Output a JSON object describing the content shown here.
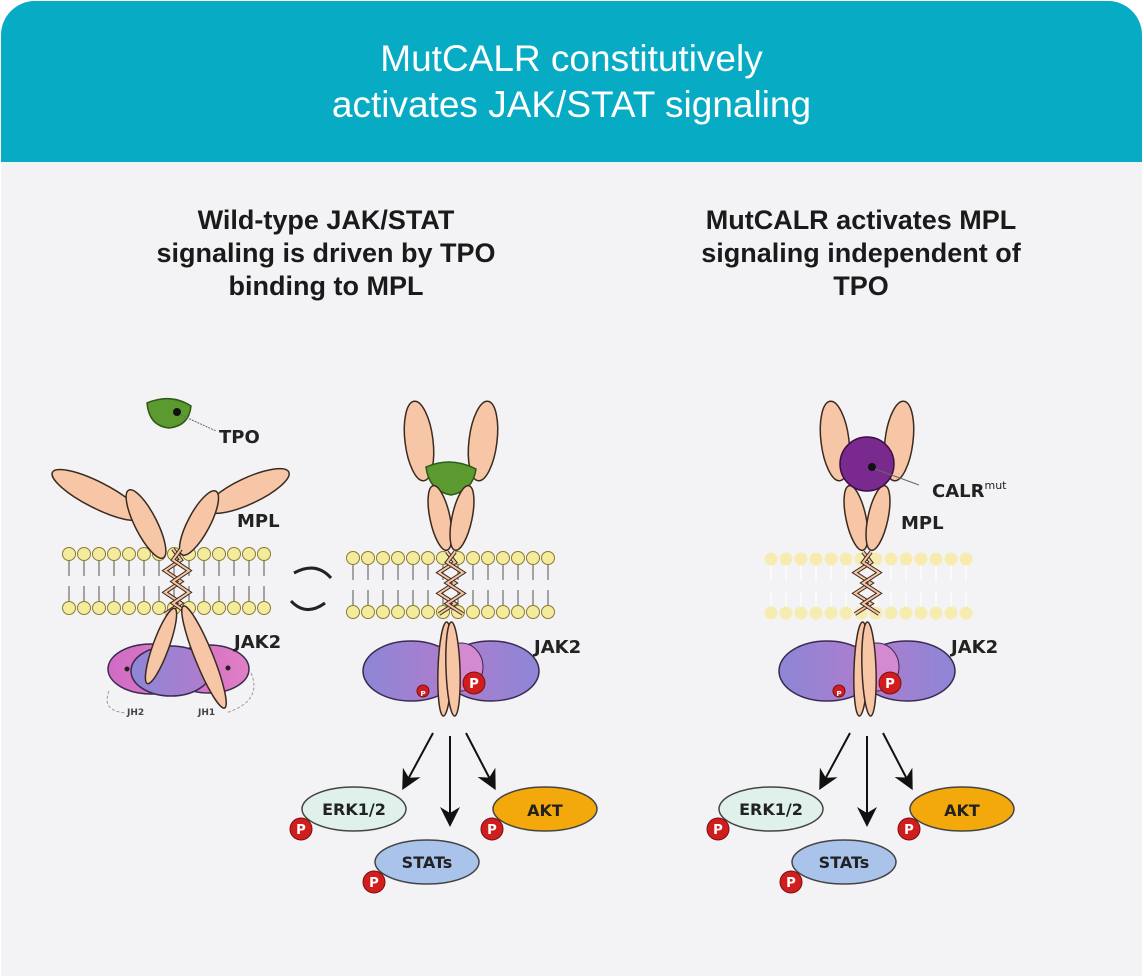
{
  "header": {
    "title_line1": "MutCALR constitutively",
    "title_line2": "activates JAK/STAT signaling"
  },
  "panels": [
    {
      "title_line1": "Wild-type JAK/STAT",
      "title_line2": "signaling is driven by TPO",
      "title_line3": "binding to MPL"
    },
    {
      "title_line1": "MutCALR activates MPL",
      "title_line2": "signaling independent of",
      "title_line3": "TPO"
    }
  ],
  "labels": {
    "tpo": "TPO",
    "mpl": "MPL",
    "jak2": "JAK2",
    "jh2": "JH2",
    "jh1": "JH1",
    "calr": "CALR",
    "calr_superscript": "mut",
    "phospho": "P"
  },
  "downstream": [
    {
      "label": "ERK1/2",
      "color": "#dff1ea"
    },
    {
      "label": "STATs",
      "color": "#a9c3ea"
    },
    {
      "label": "AKT",
      "color": "#f3a90c"
    }
  ],
  "colors": {
    "header": "#07abc4",
    "mpl": "#f6c6a6",
    "tpo": "#5a9a2f",
    "calr_mut": "#7a2a8e",
    "lipid_head": "#f4ec9c",
    "phospho": "#d01e1e"
  }
}
